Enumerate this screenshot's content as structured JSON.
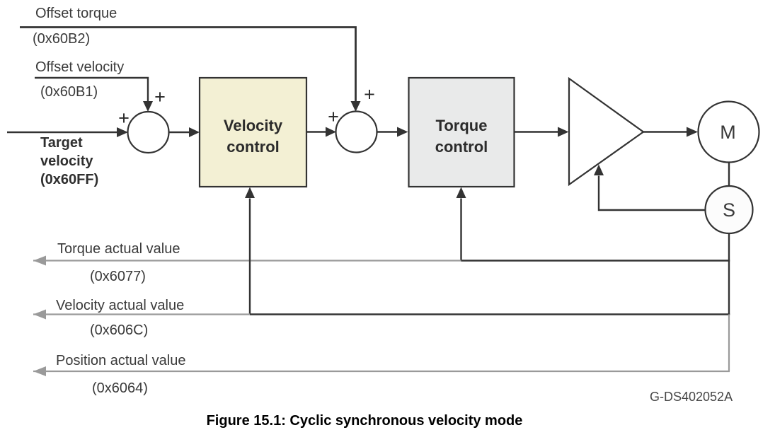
{
  "figure": {
    "caption": "Figure 15.1: Cyclic synchronous velocity mode",
    "drawing_number": "G-DS402052A"
  },
  "inputs": {
    "offset_torque": {
      "label": "Offset torque",
      "register": "(0x60B2)"
    },
    "offset_velocity": {
      "label": "Offset velocity",
      "register": "(0x60B1)"
    },
    "target_velocity": {
      "label_line1": "Target",
      "label_line2": "velocity",
      "register": "(0x60FF)"
    }
  },
  "summing": {
    "plus": "+"
  },
  "blocks": {
    "velocity_control": {
      "label_line1": "Velocity",
      "label_line2": "control"
    },
    "torque_control": {
      "label_line1": "Torque",
      "label_line2": "control"
    },
    "motor": {
      "label": "M"
    },
    "sensor": {
      "label": "S"
    }
  },
  "feedback_signals": [
    {
      "label": "Torque actual value",
      "register": "(0x6077)"
    },
    {
      "label": "Velocity actual value",
      "register": "(0x606C)"
    },
    {
      "label": "Position actual value",
      "register": "(0x6064)"
    }
  ],
  "colors": {
    "stroke_dark": "#333333",
    "stroke_gray": "#9a9a9a",
    "velocity_block_fill": "#f3f0d4",
    "torque_block_fill": "#e9eaea",
    "sensor_fill": "#fcfcfc",
    "text_dark": "#3a3a3a",
    "caption": "#000000"
  }
}
